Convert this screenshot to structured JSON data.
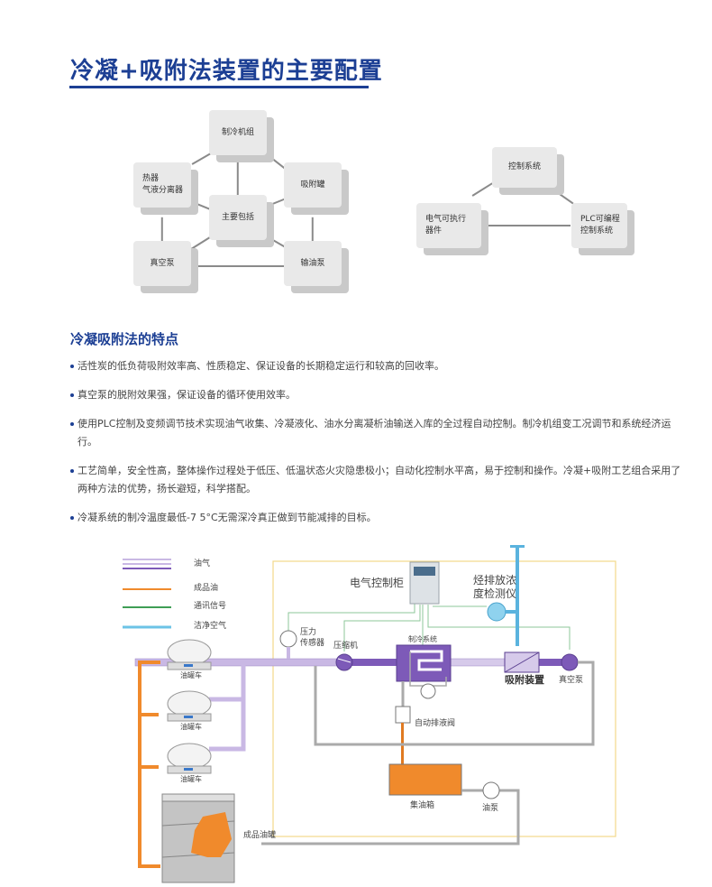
{
  "header": {
    "title": "冷凝+吸附法装置的主要配置"
  },
  "main_config_diagram": {
    "center": "主要包括",
    "nodes": [
      {
        "id": "refrigeration-unit",
        "label": "制冷机组"
      },
      {
        "id": "separator",
        "label": "热器\n气液分离器"
      },
      {
        "id": "adsorption-tank",
        "label": "吸附罐"
      },
      {
        "id": "vacuum-pump",
        "label": "真空泵"
      },
      {
        "id": "oil-pump",
        "label": "输油泵"
      }
    ]
  },
  "control_diagram": {
    "nodes": [
      {
        "id": "control-system",
        "label": "控制系统"
      },
      {
        "id": "electrical-actuators",
        "label": "电气可执行\n器件"
      },
      {
        "id": "plc",
        "label": "PLC可编程\n控制系统"
      }
    ]
  },
  "features": {
    "title": "冷凝吸附法的特点",
    "items": [
      "活性炭的低负荷吸附效率高、性质稳定、保证设备的长期稳定运行和较高的回收率。",
      "真空泵的脱附效果强，保证设备的循环使用效率。",
      "使用PLC控制及变频调节技术实现油气收集、冷凝液化、油水分离凝析油输送入库的全过程自动控制。制冷机组变工况调节和系统经济运行。",
      "工艺简单，安全性高，整体操作过程处于低压、低温状态火灾隐患极小；自动化控制水平高，易于控制和操作。冷凝+吸附工艺组合采用了两种方法的优势，扬长避短，科学搭配。",
      "冷凝系统的制冷温度最低-7 5°C无需深冷真正做到节能减排的目标。"
    ]
  },
  "process_diagram": {
    "legend": [
      {
        "label": "油气",
        "color": "#8e6cc0"
      },
      {
        "label": "成品油",
        "color": "#f08a2c"
      },
      {
        "label": "通讯信号",
        "color": "#3f9e55"
      },
      {
        "label": "洁净空气",
        "color": "#6cc3e6"
      }
    ],
    "labels": {
      "control_cabinet": "电气控制柜",
      "hydrocarbon_detector": "烃排放浓\n度检测仪",
      "pressure_sensor": "压力\n传感器",
      "compressor": "压缩机",
      "refrigeration_system": "制冷系统",
      "adsorption_device": "吸附装置",
      "vacuum_pump": "真空泵",
      "auto_drain_valve": "自动排液阀",
      "oil_collection_tank": "集油箱",
      "oil_pump": "油泵",
      "tanker_truck": "油罐车",
      "product_oil_tank": "成品油罐"
    }
  }
}
